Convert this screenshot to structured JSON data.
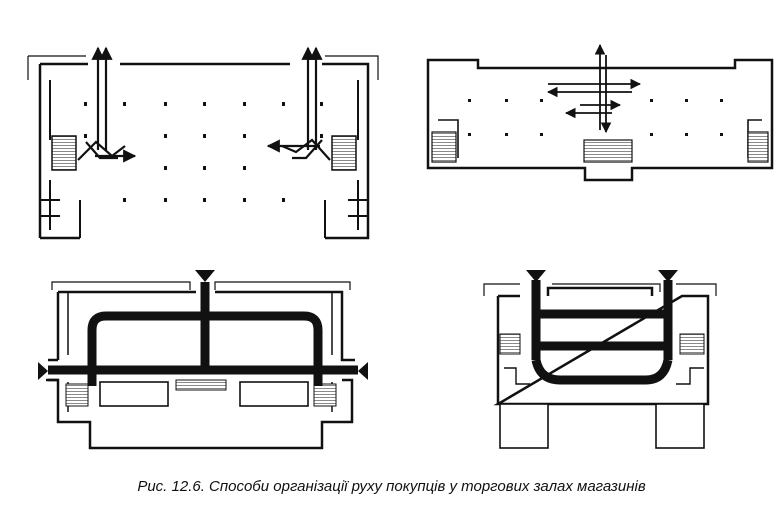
{
  "figure": {
    "caption": "Рис. 12.6. Способи організації руху покупців у торгових залах магазинів",
    "colors": {
      "ink": "#111111",
      "paper": "#ffffff",
      "hatch": "#9a9a9a"
    },
    "plans": [
      {
        "name": "plan-top-left",
        "flow": "thin-arrows"
      },
      {
        "name": "plan-top-right",
        "flow": "thin-arrows"
      },
      {
        "name": "plan-bottom-left",
        "flow": "thick-loop"
      },
      {
        "name": "plan-bottom-right",
        "flow": "thick-loop"
      }
    ]
  }
}
